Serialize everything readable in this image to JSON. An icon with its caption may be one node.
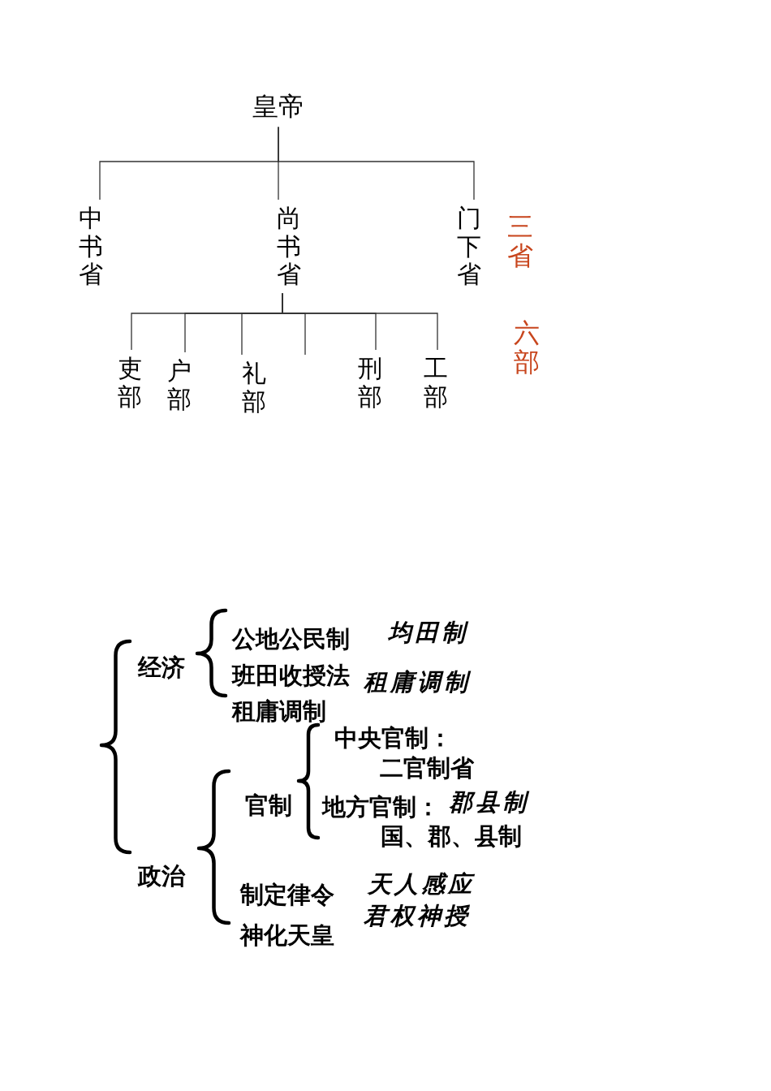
{
  "diagram": {
    "nodes": [
      {
        "text": [
          "皇帝"
        ]
      },
      {
        "text": [
          "中书省"
        ]
      },
      {
        "text": [
          "尚书省"
        ]
      },
      {
        "text": [
          "门下省"
        ]
      },
      {
        "text": [
          "吏部"
        ]
      },
      {
        "text": [
          "户部"
        ]
      },
      {
        "text": [
          "礼部"
        ]
      },
      {
        "text": [
          "刑部"
        ]
      },
      {
        "text": [
          "工部"
        ]
      }
    ],
    "edges": [
      {
        "from": 0,
        "to": 1,
        "arrow": "none"
      },
      {
        "from": 0,
        "to": 2,
        "arrow": "none"
      },
      {
        "from": 0,
        "to": 3,
        "arrow": "none"
      },
      {
        "from": 2,
        "to": 4,
        "arrow": "none"
      },
      {
        "from": 2,
        "to": 5,
        "arrow": "none"
      },
      {
        "from": 2,
        "to": 6,
        "arrow": "none"
      },
      {
        "from": 2,
        "to": null,
        "arrow": "none"
      },
      {
        "from": 2,
        "to": 7,
        "arrow": "none"
      },
      {
        "from": 2,
        "to": 8,
        "arrow": "none"
      }
    ],
    "labels": [
      "三省",
      "六部",
      "经济",
      "公地公民制",
      "均田制",
      "班田收授法",
      "租庸调制",
      "租庸调制",
      "中央官制：",
      "二官制省",
      "官制",
      "地方官制：",
      "郡县制",
      "国、郡、县制",
      "政治",
      "制定律令",
      "天人感应",
      "神化天皇",
      "君权神授"
    ]
  }
}
